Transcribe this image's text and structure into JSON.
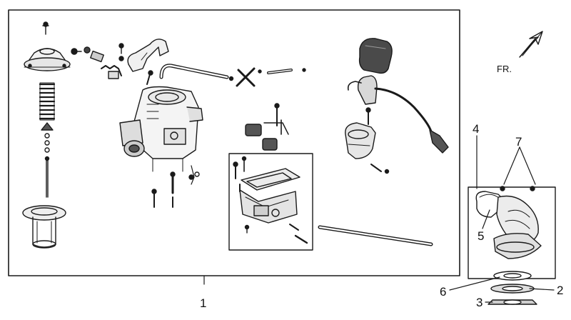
{
  "diagram": {
    "direction_label": "FR.",
    "callouts": [
      {
        "id": "1",
        "label": "1"
      },
      {
        "id": "2",
        "label": "2"
      },
      {
        "id": "3",
        "label": "3"
      },
      {
        "id": "4",
        "label": "4"
      },
      {
        "id": "5",
        "label": "5"
      },
      {
        "id": "6",
        "label": "6"
      },
      {
        "id": "7",
        "label": "7"
      }
    ]
  }
}
